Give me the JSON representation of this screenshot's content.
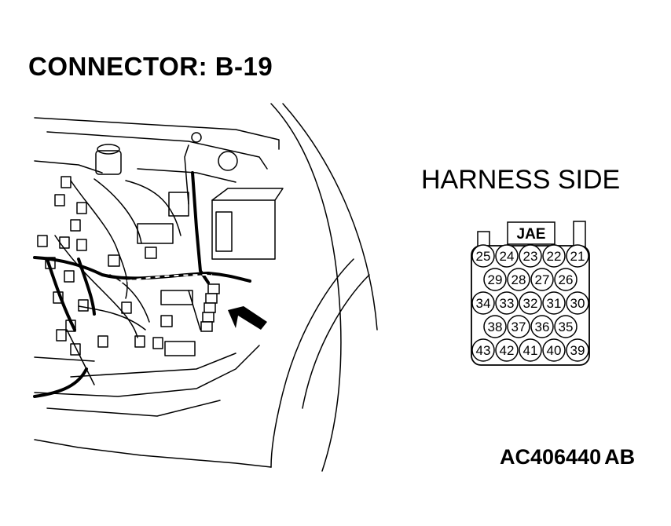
{
  "title": "CONNECTOR: B-19",
  "harness_label": "HARNESS SIDE",
  "connector_brand": "JAE",
  "figure_code": "AC406440",
  "figure_suffix": "AB",
  "pin_rows": [
    [
      "25",
      "24",
      "23",
      "22",
      "21"
    ],
    [
      "29",
      "28",
      "27",
      "26"
    ],
    [
      "34",
      "33",
      "32",
      "31",
      "30"
    ],
    [
      "38",
      "37",
      "36",
      "35"
    ],
    [
      "43",
      "42",
      "41",
      "40",
      "39"
    ]
  ]
}
